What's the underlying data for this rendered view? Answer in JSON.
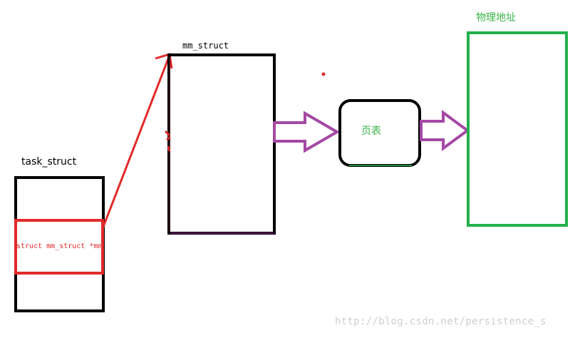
{
  "diagram": {
    "task_struct_label": "task_struct",
    "member_text": "struct mm_struct *mm",
    "mm_struct_label": "mm_struct",
    "page_table_label": "页表",
    "physical_address_label": "物理地址",
    "watermark": "http://blog.csdn.net/persistence_s"
  },
  "colors": {
    "black": "#000000",
    "red": "#e22a2a",
    "purple": "#a349a4",
    "green": "#22b14c",
    "label_green": "#39b54a",
    "watermark": "#cfcfcf"
  }
}
